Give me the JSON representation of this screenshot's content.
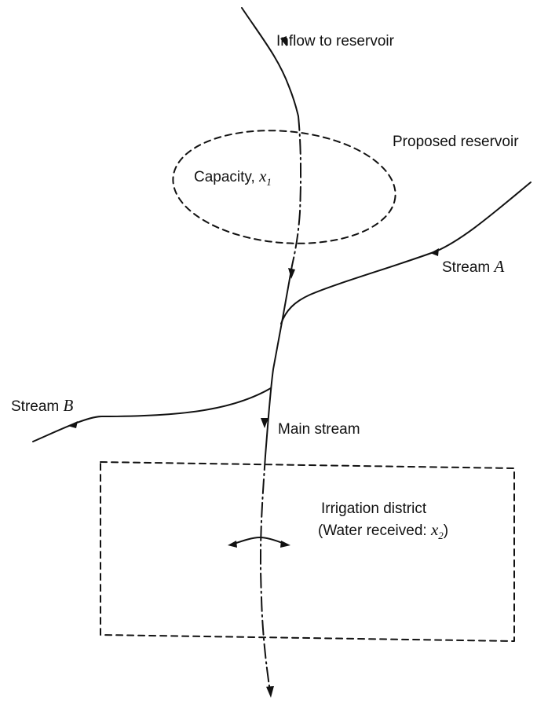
{
  "labels": {
    "inflow": "Inflow to reservoir",
    "reservoir": "Proposed reservoir",
    "capacity": "Capacity, ",
    "capacity_var": "x",
    "capacity_sub": "1",
    "stream_a": "Stream ",
    "stream_a_var": "A",
    "stream_b": "Stream ",
    "stream_b_var": "B",
    "main_stream": "Main stream",
    "irrigation": "Irrigation district",
    "water_received_open": "(Water received: ",
    "water_var": "x",
    "water_sub": "2",
    "water_received_close": ")"
  }
}
